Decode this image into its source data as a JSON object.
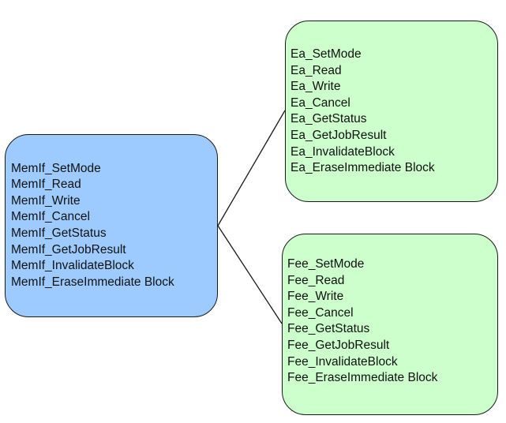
{
  "colors": {
    "memif_fill": "#9dcbff",
    "driver_fill": "#ccffcc",
    "border": "#1a1a1a",
    "connector": "#1a1a1a"
  },
  "memif": {
    "items": [
      "MemIf_SetMode",
      "MemIf_Read",
      "MemIf_Write",
      "MemIf_Cancel",
      "MemIf_GetStatus",
      "MemIf_GetJobResult",
      "MemIf_InvalidateBlock",
      "MemIf_EraseImmediate Block"
    ]
  },
  "ea": {
    "items": [
      "Ea_SetMode",
      "Ea_Read",
      "Ea_Write",
      "Ea_Cancel",
      "Ea_GetStatus",
      "Ea_GetJobResult",
      "Ea_InvalidateBlock",
      "Ea_EraseImmediate Block"
    ]
  },
  "fee": {
    "items": [
      "Fee_SetMode",
      "Fee_Read",
      "Fee_Write",
      "Fee_Cancel",
      "Fee_GetStatus",
      "Fee_GetJobResult",
      "Fee_InvalidateBlock",
      "Fee_EraseImmediate Block"
    ]
  }
}
